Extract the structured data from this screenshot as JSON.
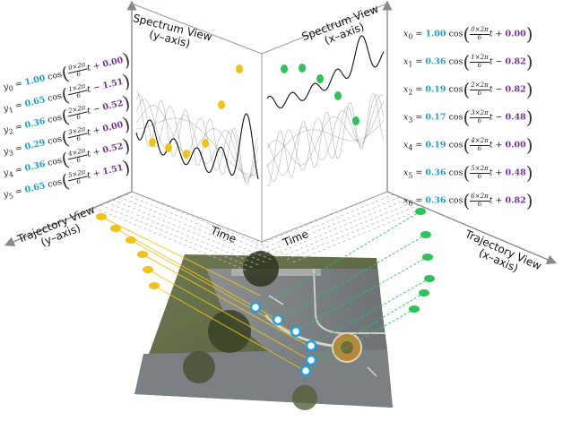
{
  "labels": {
    "spectrum_y_line1": "Spectrum View",
    "spectrum_y_line2": "(y–axis)",
    "spectrum_x_line1": "Spectrum View",
    "spectrum_x_line2": "(x–axis)",
    "trajectory_y_line1": "Trajectory View",
    "trajectory_y_line2": "(y–axis)",
    "trajectory_x_line1": "Trajectory View",
    "trajectory_x_line2": "(x–axis)",
    "time_left": "Time",
    "time_right": "Time"
  },
  "equations_y": [
    {
      "var": "y",
      "sub": "0",
      "amp": "1.00",
      "k": "0",
      "sign": "+",
      "phase": "0.00"
    },
    {
      "var": "y",
      "sub": "1",
      "amp": "0.65",
      "k": "1",
      "sign": "−",
      "phase": "1.51"
    },
    {
      "var": "y",
      "sub": "2",
      "amp": "0.36",
      "k": "2",
      "sign": "−",
      "phase": "0.52"
    },
    {
      "var": "y",
      "sub": "3",
      "amp": "0.29",
      "k": "3",
      "sign": "+",
      "phase": "0.00"
    },
    {
      "var": "y",
      "sub": "4",
      "amp": "0.36",
      "k": "4",
      "sign": "+",
      "phase": "0.52"
    },
    {
      "var": "y",
      "sub": "5",
      "amp": "0.65",
      "k": "5",
      "sign": "+",
      "phase": "1.51"
    }
  ],
  "equations_x": [
    {
      "var": "x",
      "sub": "0",
      "amp": "1.00",
      "k": "0",
      "sign": "+",
      "phase": "0.00"
    },
    {
      "var": "x",
      "sub": "1",
      "amp": "0.36",
      "k": "1",
      "sign": "−",
      "phase": "0.82"
    },
    {
      "var": "x",
      "sub": "2",
      "amp": "0.19",
      "k": "2",
      "sign": "−",
      "phase": "0.82"
    },
    {
      "var": "x",
      "sub": "3",
      "amp": "0.17",
      "k": "3",
      "sign": "−",
      "phase": "0.48"
    },
    {
      "var": "x",
      "sub": "4",
      "amp": "0.19",
      "k": "4",
      "sign": "+",
      "phase": "0.00"
    },
    {
      "var": "x",
      "sub": "5",
      "amp": "0.36",
      "k": "5",
      "sign": "+",
      "phase": "0.48"
    },
    {
      "var": "x",
      "sub": "6",
      "amp": "0.36",
      "k": "6",
      "sign": "+",
      "phase": "0.82"
    }
  ],
  "formula": {
    "cos": "cos",
    "twopi": "×2π",
    "denominator": "6",
    "t": "t"
  },
  "colors": {
    "amplitude": "#1fa0c8",
    "phase": "#7a2fa0",
    "y_markers": "#f2c314",
    "x_markers": "#2ec35a",
    "agent_markers": "#1f9fe0",
    "axis": "#888888"
  }
}
